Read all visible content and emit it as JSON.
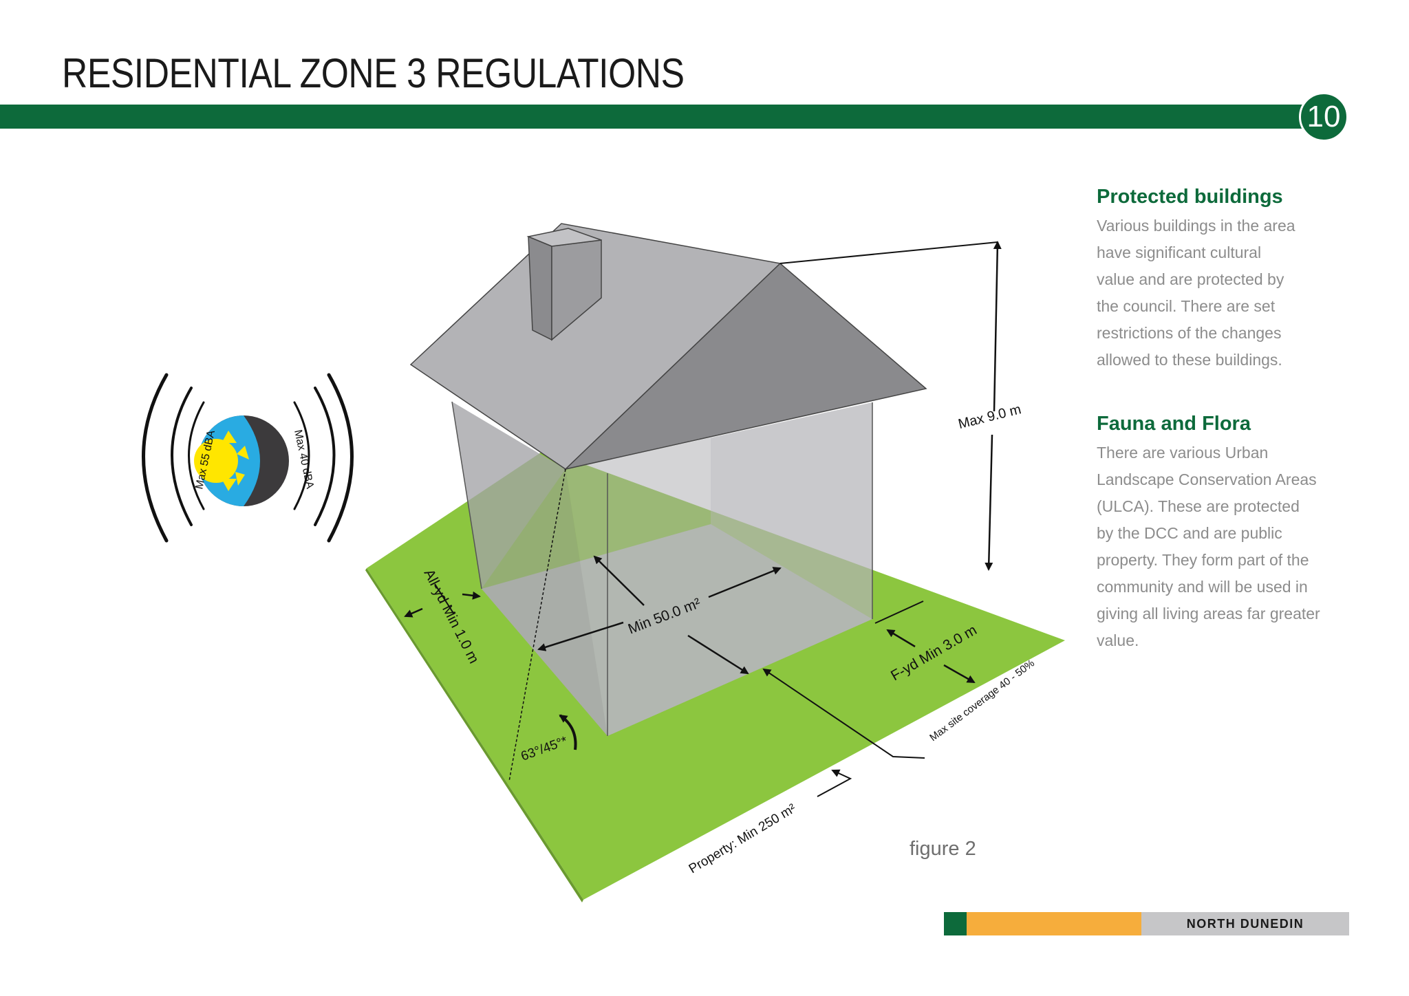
{
  "header": {
    "title": "RESIDENTIAL ZONE 3 REGULATIONS",
    "page_number": "10"
  },
  "colors": {
    "brand_green": "#0d6a3b",
    "accent_orange": "#f6ad3c",
    "lawn_green": "#8cc63f",
    "footer_grey": "#c6c6c8"
  },
  "sections": [
    {
      "heading": "Protected buildings",
      "lines": [
        "Various buildings in the area",
        "have significant cultural",
        "value and are protected by",
        "the council. There are set",
        "restrictions of the changes",
        "allowed to these buildings."
      ]
    },
    {
      "heading": "Fauna and Flora",
      "lines": [
        "There are various Urban",
        "Landscape Conservation Areas",
        "(ULCA). These are protected",
        "by the DCC and are public",
        "property. They form part of the",
        "community and will be used in",
        "giving all living areas far greater",
        "value."
      ]
    }
  ],
  "diagram": {
    "labels": {
      "max_height": "Max 9.0 m",
      "min_floor_area": "Min 50.0 m²",
      "all_yard": "All-yd Min 1.0 m",
      "front_yard": "F-yd Min 3.0 m",
      "site_coverage": "Max site coverage 40 - 50%",
      "property_size": "Property: Min 250 m²",
      "angle": "63°/45°*",
      "noise_day": "Max 55 dBA",
      "noise_night": "Max 40 dBA"
    },
    "icons": [
      "day-night-noise-icon",
      "sound-wave-icon",
      "sun-icon",
      "moon-icon"
    ]
  },
  "caption": "figure 2",
  "footer": {
    "label": "NORTH DUNEDIN"
  }
}
